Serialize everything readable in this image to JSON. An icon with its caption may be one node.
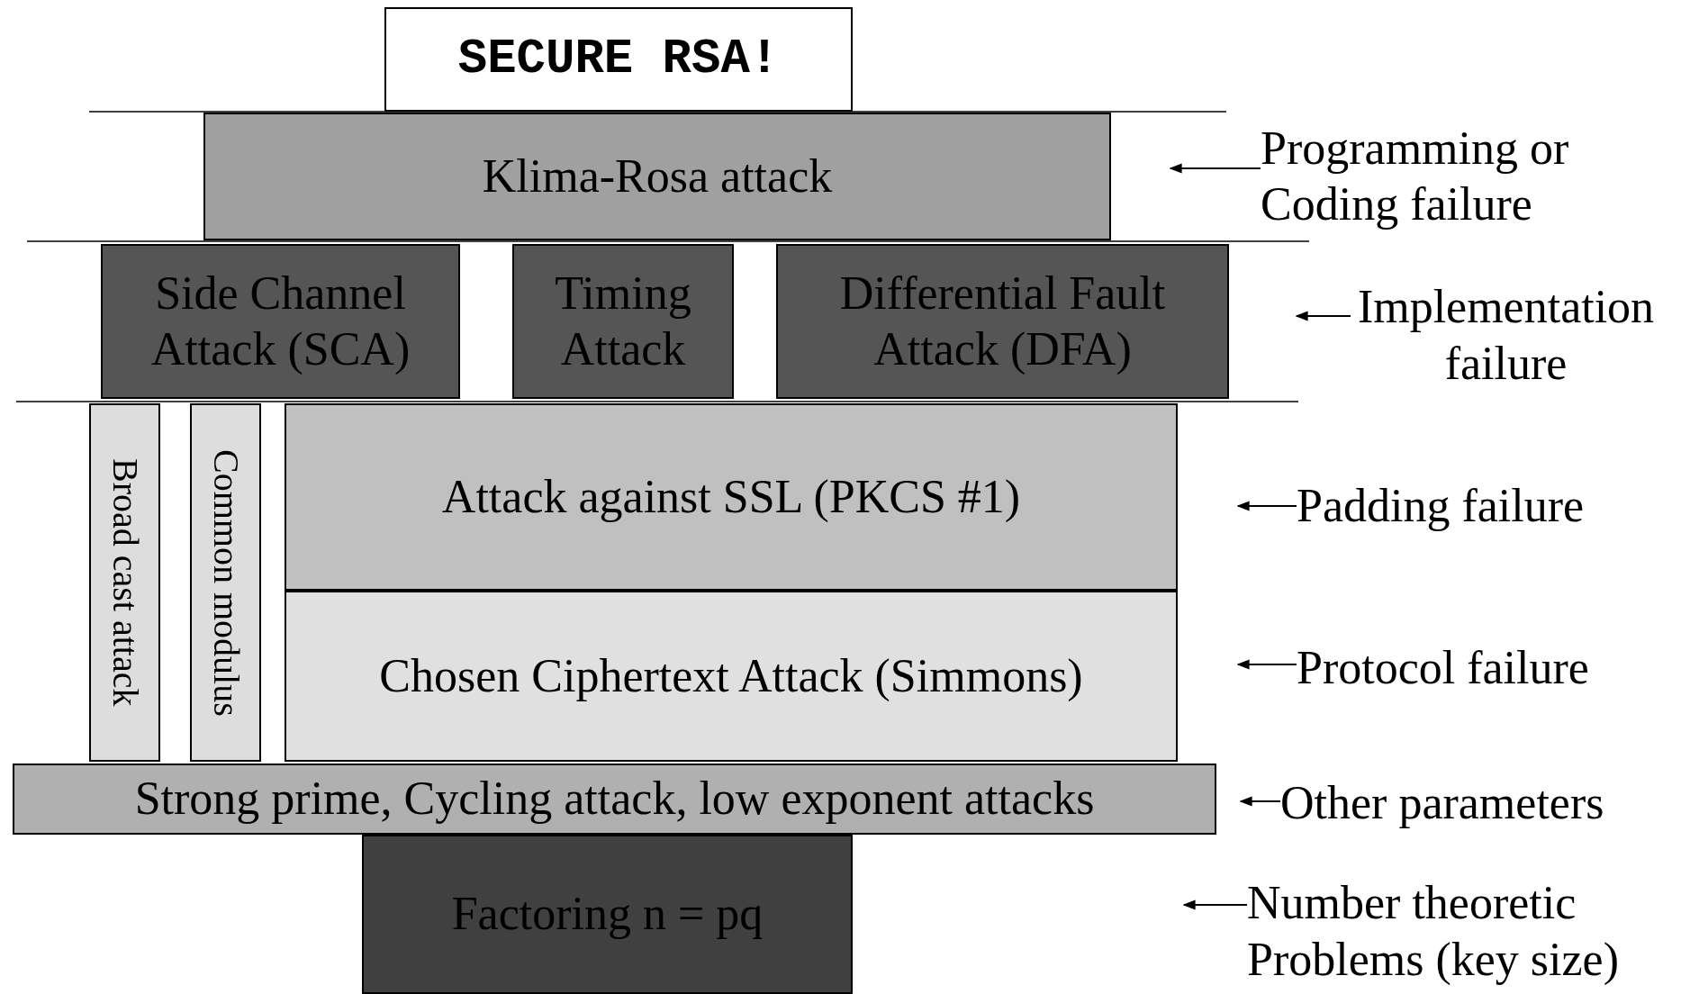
{
  "diagram": {
    "nodes": [
      {
        "text": [
          "SECURE RSA!"
        ]
      },
      {
        "text": [
          "Klima-Rosa attack"
        ]
      },
      {
        "text": [
          "Side Channel Attack (SCA)"
        ]
      },
      {
        "text": [
          "Timing Attack"
        ]
      },
      {
        "text": [
          "Differential Fault Attack (DFA)"
        ]
      },
      {
        "text": [
          "Broad cast attack"
        ]
      },
      {
        "text": [
          "Common modulus"
        ]
      },
      {
        "text": [
          "Attack against SSL (PKCS #1)"
        ]
      },
      {
        "text": [
          "Chosen Ciphertext Attack (Simmons)"
        ]
      },
      {
        "text": [
          "Strong prime, Cycling attack, low exponent attacks"
        ]
      },
      {
        "text": [
          "Factoring n = pq"
        ]
      },
      {
        "text": [
          "Programming or Coding failure"
        ]
      },
      {
        "text": [
          "Implementation failure"
        ]
      },
      {
        "text": [
          "Padding failure"
        ]
      },
      {
        "text": [
          "Protocol failure"
        ]
      },
      {
        "text": [
          "Other parameters"
        ]
      },
      {
        "text": [
          "Number theoretic Problems (key size)"
        ]
      }
    ],
    "edges": [
      {
        "from": 11,
        "to": null,
        "arrow": "to"
      },
      {
        "from": 12,
        "to": null,
        "arrow": "to"
      },
      {
        "from": 13,
        "to": null,
        "arrow": "to"
      },
      {
        "from": 14,
        "to": null,
        "arrow": "to"
      },
      {
        "from": 15,
        "to": null,
        "arrow": "to"
      },
      {
        "from": 16,
        "to": null,
        "arrow": "to"
      }
    ]
  }
}
